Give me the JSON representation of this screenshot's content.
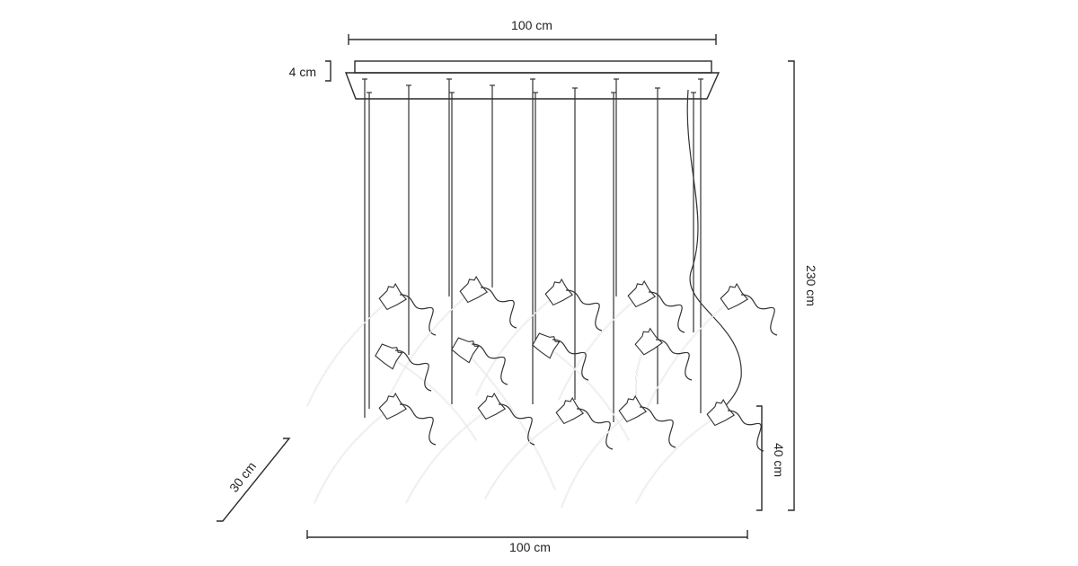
{
  "title": "Pendant chandelier dimension drawing",
  "dimensions": {
    "canopy_width": "100 cm",
    "canopy_height": "4 cm",
    "total_height": "230 cm",
    "flower_cluster_height": "40 cm",
    "bottom_width": "100 cm",
    "depth": "30 cm"
  },
  "line_color": "#2a2a2a"
}
